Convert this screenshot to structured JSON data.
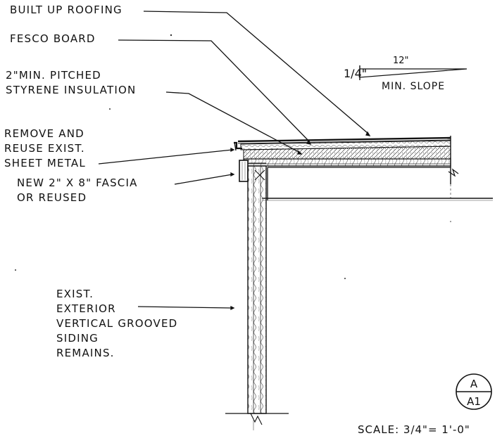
{
  "labels": {
    "built_up_roofing": "BUILT UP ROOFING",
    "fesco_board": "FESCO BOARD",
    "insulation": [
      "2\"MIN. PITCHED",
      "STYRENE INSULATION"
    ],
    "sheet_metal": [
      "REMOVE AND",
      "REUSE EXIST.",
      "SHEET METAL"
    ],
    "fascia": [
      "NEW  2\" X 8\" FASCIA",
      "OR REUSED"
    ],
    "siding": [
      "EXIST.",
      "EXTERIOR",
      "VERTICAL GROOVED",
      "SIDING",
      "REMAINS."
    ]
  },
  "slope": {
    "rise": "1/4\"",
    "run": "12\"",
    "caption": "MIN. SLOPE"
  },
  "detail_tag": {
    "detail": "A",
    "sheet": "A1"
  },
  "scale": "SCALE: 3/4\"= 1'-0\"",
  "colors": {
    "ink": "#111111",
    "hatch": "#555555",
    "paper": "#ffffff"
  }
}
